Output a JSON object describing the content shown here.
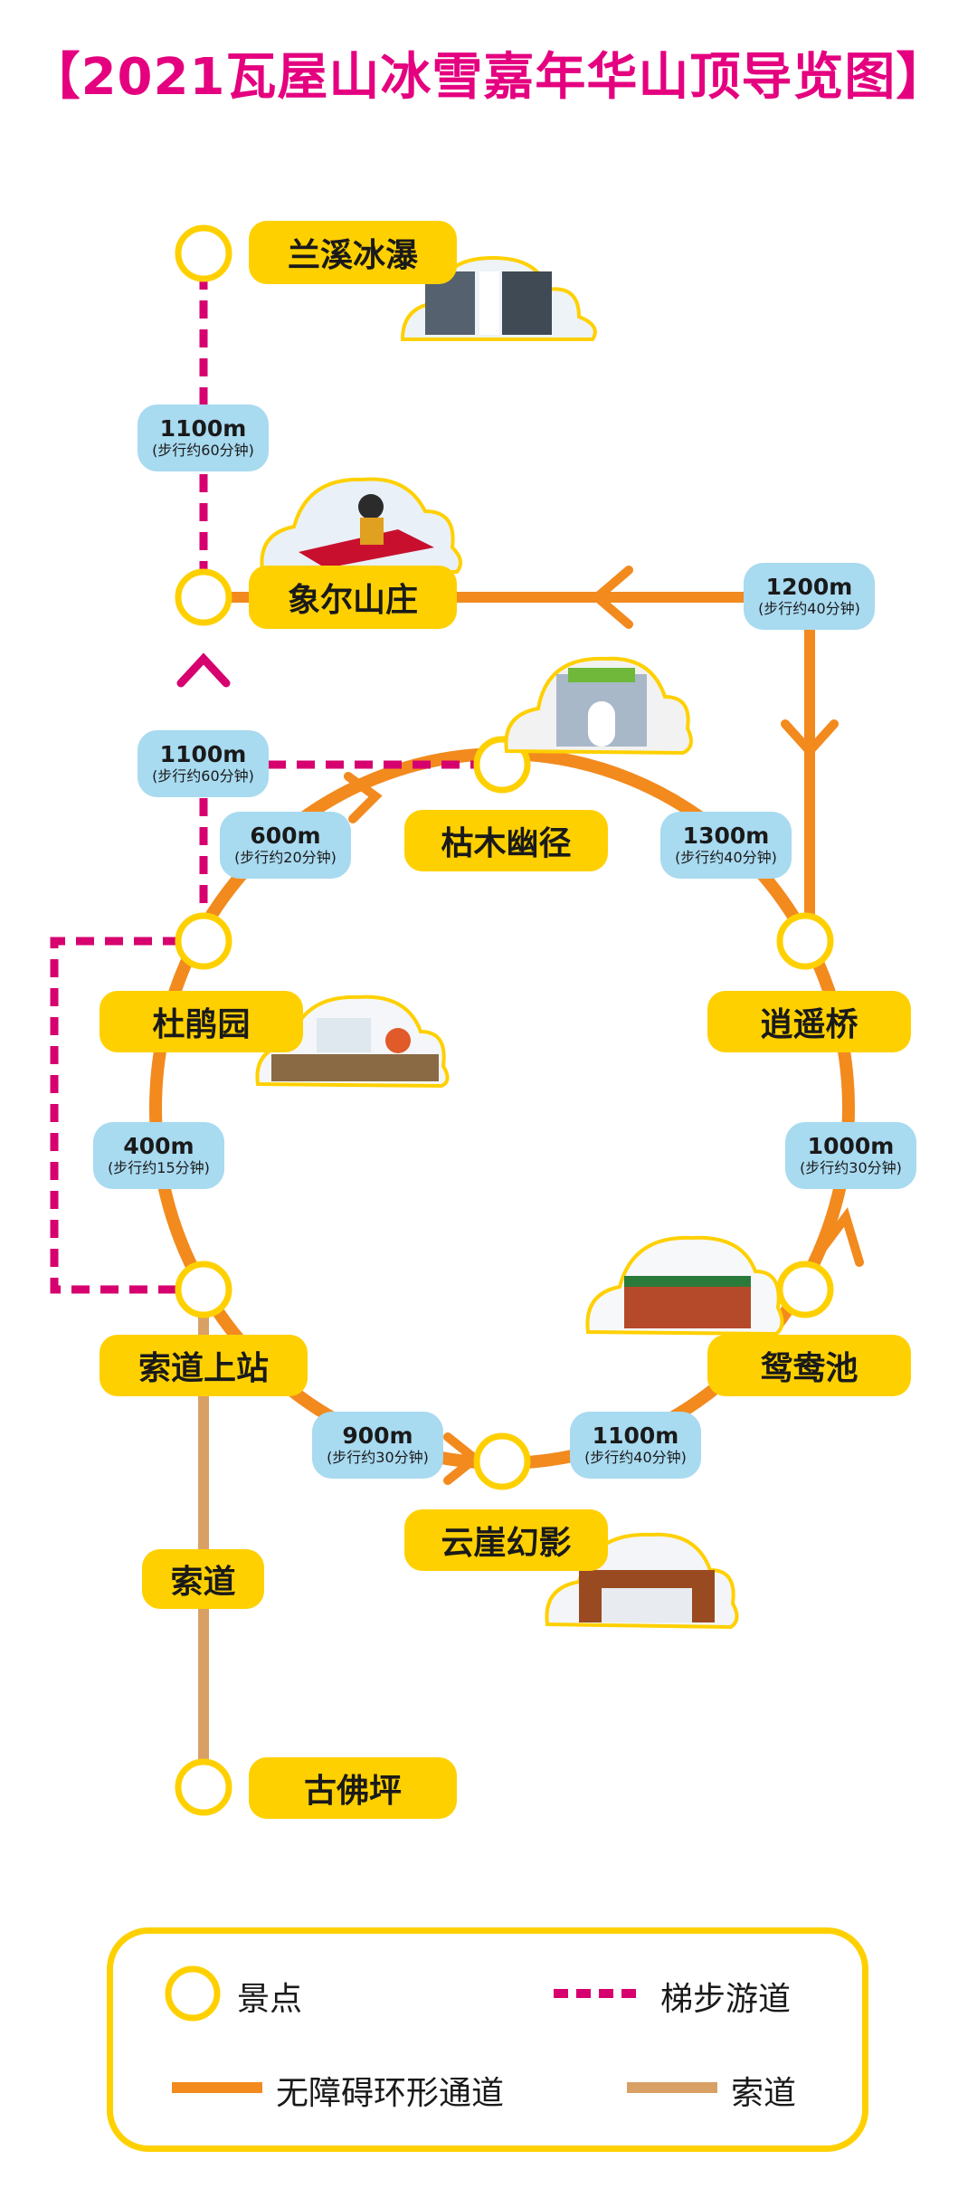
{
  "title": "【2021瓦屋山冰雪嘉年华山顶导览图】",
  "spots": {
    "lanxi": "兰溪冰瀑",
    "xianger": "象尔山庄",
    "kumu": "枯木幽径",
    "dujuan": "杜鹃园",
    "xiaoyao": "逍遥桥",
    "suodao_top": "索道上站",
    "yuanyang": "鸳鸯池",
    "yunya": "云崖幻影",
    "gufo": "古佛坪"
  },
  "cableway_label": "索道",
  "distances": [
    {
      "distance": "1100m",
      "time": "(步行约60分钟)"
    },
    {
      "distance": "1200m",
      "time": "(步行约40分钟)"
    },
    {
      "distance": "1100m",
      "time": "(步行约60分钟)"
    },
    {
      "distance": "600m",
      "time": "(步行约20分钟)"
    },
    {
      "distance": "1300m",
      "time": "(步行约40分钟)"
    },
    {
      "distance": "400m",
      "time": "(步行约15分钟)"
    },
    {
      "distance": "1000m",
      "time": "(步行约30分钟)"
    },
    {
      "distance": "900m",
      "time": "(步行约30分钟)"
    },
    {
      "distance": "1100m",
      "time": "(步行约40分钟)"
    }
  ],
  "legend": {
    "spot": "景点",
    "stairs": "梯步游道",
    "barrier_free": "无障碍环形通道",
    "cableway": "索道"
  },
  "colors": {
    "spot_yellow": "#ffd000",
    "orange_path": "#f28a1e",
    "magenta_stairs": "#d6006f",
    "cableway_tan": "#d9a066",
    "distance_blue": "#a8daf0",
    "title_pink": "#e4007f"
  }
}
